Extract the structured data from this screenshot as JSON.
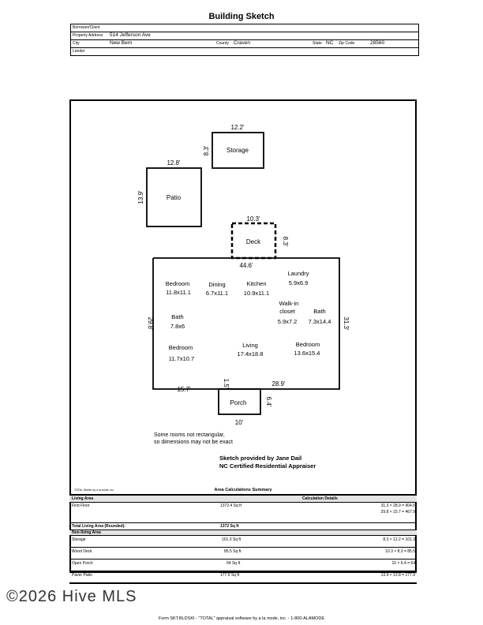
{
  "title": "Building Sketch",
  "header": {
    "borrower_label": "Borrower/Client",
    "property_label": "Property Address",
    "property_value": "514 Jefferson Ave",
    "city_label": "City",
    "city_value": "New Bern",
    "county_label": "County",
    "county_value": "Craven",
    "state_label": "State",
    "state_value": "NC",
    "zip_label": "Zip Code",
    "zip_value": "28560",
    "lender_label": "Lender"
  },
  "sketch": {
    "storage": {
      "label": "Storage",
      "width": "12.2'",
      "height": "8.3'"
    },
    "patio": {
      "label": "Patio",
      "width": "12.8'",
      "height": "13.9'"
    },
    "deck": {
      "label": "Deck",
      "width": "10.3'",
      "height": "8.3'"
    },
    "porch": {
      "label": "Porch",
      "width": "10'",
      "height": "6.4'",
      "step": "1.5'"
    },
    "house": {
      "top": "44.6'",
      "left": "29.8'",
      "right": "31.3'",
      "bottom_left": "15.7'",
      "bottom_right": "28.9'"
    },
    "rooms": [
      {
        "name": "Bedroom",
        "dims": "11.8x11.1"
      },
      {
        "name": "Dining",
        "dims": "6.7x11.1"
      },
      {
        "name": "Kitchen",
        "dims": "10.9x11.1"
      },
      {
        "name": "Laundry",
        "dims": "5.9x6.9"
      },
      {
        "name": "Walk-in",
        "name2": "closet",
        "dims": "5.9x7.2"
      },
      {
        "name": "Bath",
        "dims": "7.3x14.4"
      },
      {
        "name": "Bath",
        "dims": "7.8x6"
      },
      {
        "name": "Bedroom",
        "dims": "11.7x10.7"
      },
      {
        "name": "Living",
        "dims": "17.4x18.8"
      },
      {
        "name": "Bedroom",
        "dims": "13.6x15.4"
      }
    ],
    "note1": "Some rooms not rectangular,",
    "note2": "so dimensions may not be exact",
    "credit1": "Sketch provided by Jane Dail",
    "credit2": "NC Certified Residential Appraiser"
  },
  "area": {
    "small_caption": "TOTAL Sketch by a la mode, inc.",
    "title": "Area Calculations Summary",
    "living_area": "Living Area",
    "calc_details": "Calculation Details",
    "first_floor": "First Floor",
    "first_floor_value": "1372.4 Sq ft",
    "first_floor_calc1": "31.3 × 28.9 =  904.6",
    "first_floor_calc2": "29.8 × 15.7 =  467.9",
    "total_label": "Total Living Area (Rounded):",
    "total_value": "1372 Sq ft",
    "non_living": "Non-living Area",
    "rows": [
      {
        "name": "Storage",
        "value": "101.3 Sq ft",
        "calc": "8.3 × 12.2  =  101.3"
      },
      {
        "name": "Wood Deck",
        "value": "85.5 Sq ft",
        "calc": "10.3 × 8.3  =   85.5"
      },
      {
        "name": "Open Porch",
        "value": "64 Sq ft",
        "calc": "10 × 6.4    =      64"
      },
      {
        "name": "Paver Patio",
        "value": "177.9 Sq ft",
        "calc": "13.9 × 12.8 = 177.9"
      }
    ]
  },
  "watermark": "©2026 Hive MLS",
  "footer": "Form SKT.BLDSKI - \"TOTAL\" appraisal software by a la mode, inc. - 1-800-ALAMODE"
}
